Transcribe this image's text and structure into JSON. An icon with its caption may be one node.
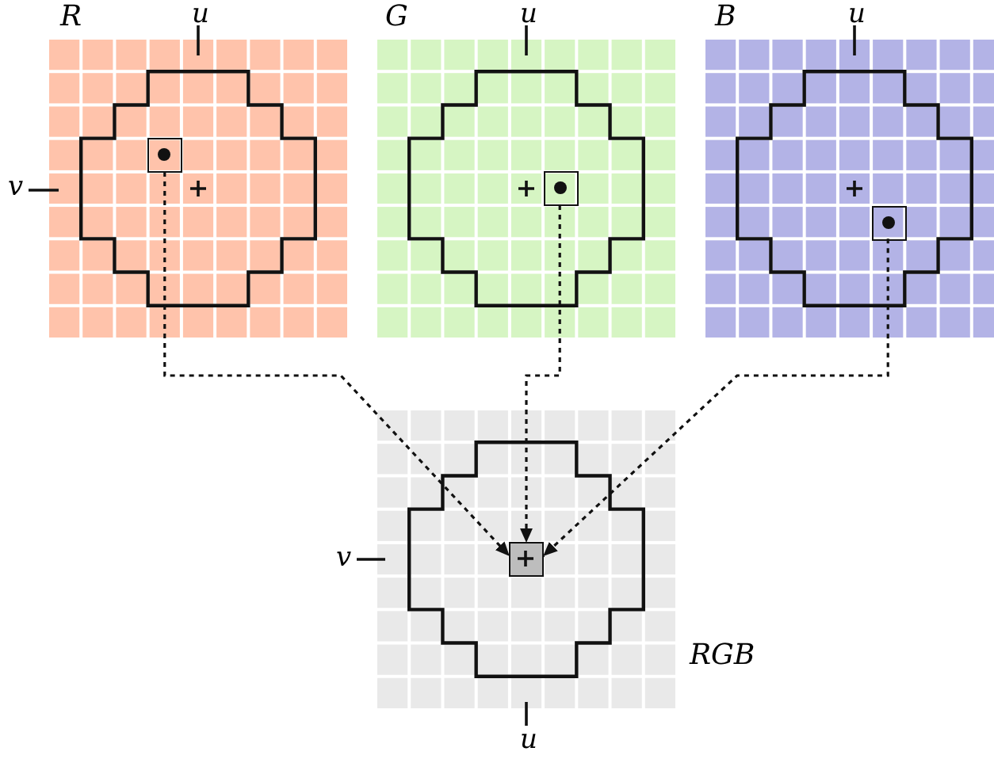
{
  "diagram": {
    "nodes": [
      {
        "text": [
          "R"
        ]
      },
      {
        "text": [
          "G"
        ]
      },
      {
        "text": [
          "B"
        ]
      },
      {
        "text": [],
        "shape": "box",
        "in": 0
      },
      {
        "text": [],
        "shape": "box",
        "in": 1
      },
      {
        "text": [],
        "shape": "box",
        "in": 2
      },
      {
        "text": [
          "RGB"
        ]
      },
      {
        "text": [],
        "shape": "box",
        "in": 6
      }
    ],
    "edges": [
      {
        "from": 3,
        "to": 7,
        "arrow": "to",
        "style": "dashed"
      },
      {
        "from": 4,
        "to": 7,
        "arrow": "to",
        "style": "dashed"
      },
      {
        "from": 5,
        "to": 7,
        "arrow": "to",
        "style": "dashed"
      }
    ],
    "labels": [
      "u",
      "u",
      "u",
      "v",
      "v",
      "u"
    ]
  }
}
